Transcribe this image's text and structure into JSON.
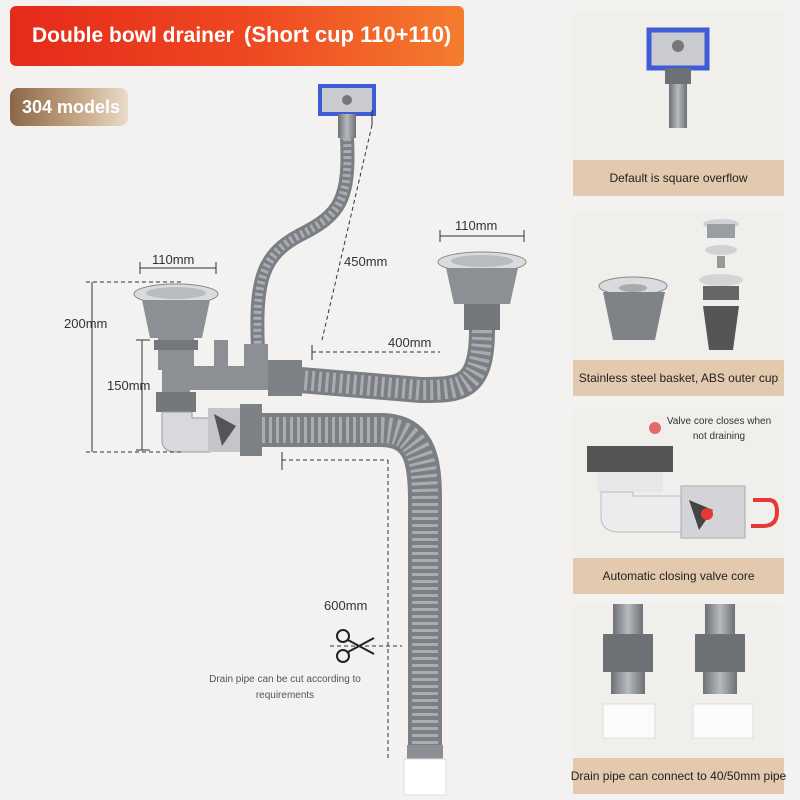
{
  "header": {
    "title": "Double bowl drainer",
    "subtitle": "(Short cup 110+110)"
  },
  "badge": {
    "label": "304 models"
  },
  "dimensions": {
    "left_basket": "110mm",
    "right_basket": "110mm",
    "overflow_pipe": "450mm",
    "connector_pipe": "400mm",
    "total_height": "200mm",
    "trap_height": "150mm",
    "drain_pipe": "600mm"
  },
  "cut_note": "Drain pipe can be cut according to requirements",
  "features": [
    {
      "caption": "Default is square overflow"
    },
    {
      "caption": "Stainless steel basket, ABS outer cup"
    },
    {
      "caption": "Automatic closing valve core",
      "note": "Valve core closes when not draining"
    },
    {
      "caption": "Drain pipe can connect to 40/50mm pipe"
    }
  ],
  "colors": {
    "banner": "#e52a1a",
    "caption_bg": "#e3c9ae",
    "pipe": "#8e9196",
    "overflow_frame": "#3f5bd6"
  }
}
